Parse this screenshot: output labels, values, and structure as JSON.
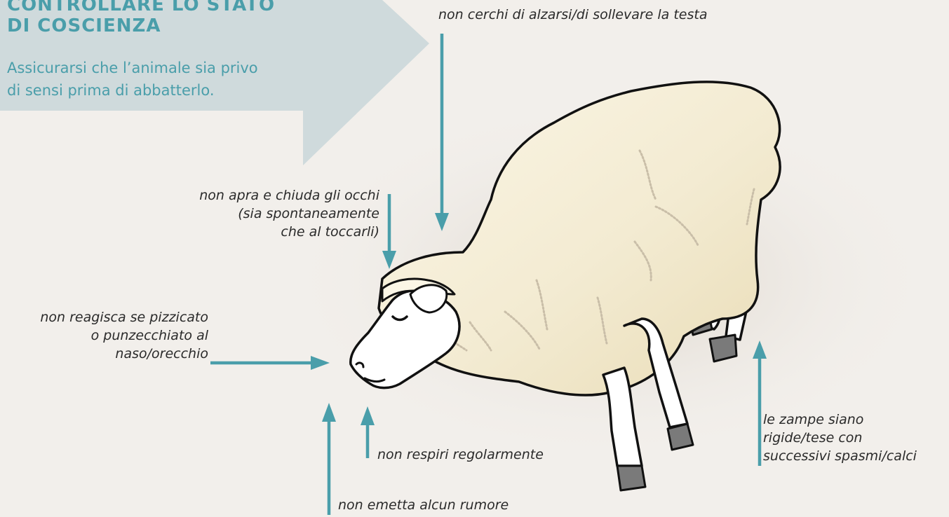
{
  "panel": {
    "title": "CONTROLLARE LO STATO\nDI COSCIENZA",
    "subtitle": "Assicurarsi che l’animale sia privo\ndi sensi prima di abbatterlo."
  },
  "signs": {
    "head": "non cerchi di alzarsi/di sollevare la testa",
    "eyes": "non apra e chiuda gli occhi\n(sia spontaneamente\nche al toccarli)",
    "pinch": "non reagisca se pizzicato\no punzecchiato al\nnaso/orecchio",
    "breathing": "non respiri regolarmente",
    "noise": "non emetta alcun rumore",
    "legs": "le zampe siano\nrigide/tese con\nsuccessivi spasmi/calci"
  },
  "colors": {
    "accent": "#4a9eaa",
    "panel": "#cfdadc",
    "background": "#f2efeb",
    "wool": "#f3ebd3",
    "hoof": "#7a7a7a"
  },
  "icons": {
    "illustration": "unconscious-sheep-illustration"
  }
}
